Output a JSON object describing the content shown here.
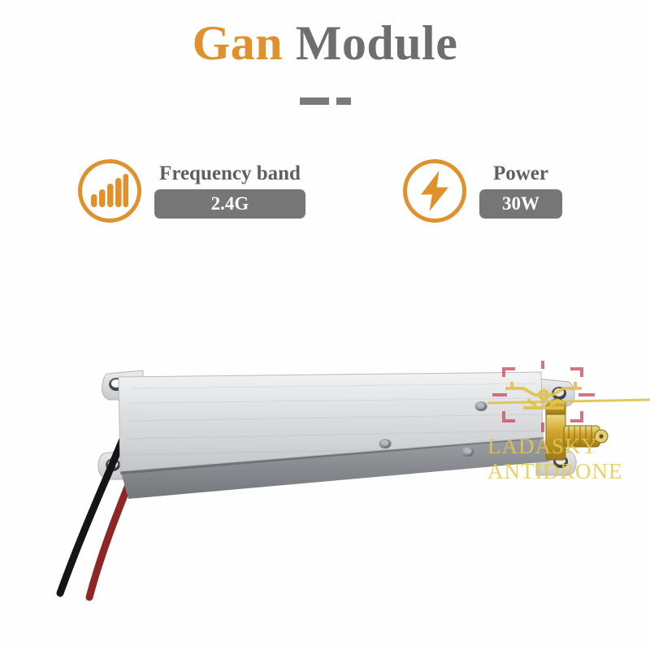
{
  "page": {
    "background_color": "#FFFFFF",
    "accent_color": "#E0912B",
    "gray_color": "#6E6E6E",
    "badge_color": "#767676"
  },
  "header": {
    "title_accent": "Gan",
    "title_main": "Module",
    "divider_icon": "dashes-divider"
  },
  "specs": [
    {
      "icon": "signal-bars-icon",
      "label": "Frequency band",
      "value": "2.4G"
    },
    {
      "icon": "lightning-bolt-icon",
      "label": "Power",
      "value": "30W"
    }
  ],
  "product": {
    "name": "gan-amplifier-module",
    "alt": "Aluminum GaN RF amplifier module with mounting ears, SMA connector and power wires",
    "body_color": "#D9DADC",
    "wire_colors": [
      "#1A1A1A",
      "#9E2A2A"
    ],
    "connector_color": "#C9A227"
  },
  "watermark": {
    "logo_icon": "drone-crosshair-icon",
    "line1": "LADASKY",
    "line2": "ANTIDRONE",
    "color": "#EBC84A"
  }
}
